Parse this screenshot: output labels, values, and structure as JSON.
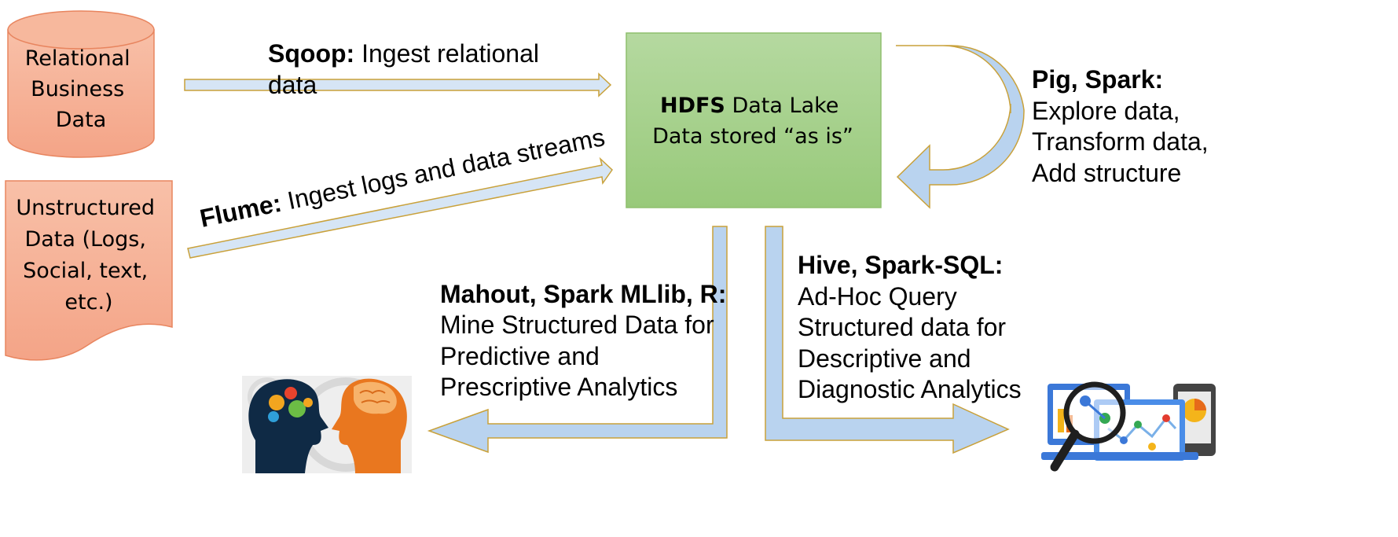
{
  "colors": {
    "orange_fill": "#f6b09a",
    "orange_stroke": "#e8855f",
    "green_fill": "#a7d08c",
    "green_stroke": "#8fbf6e",
    "arrow_fill": "#b9d3ef",
    "arrow_stroke": "#c9a13a",
    "text": "#000000"
  },
  "sources": {
    "relational": {
      "lines": [
        "Relational",
        "Business",
        "Data"
      ]
    },
    "unstructured": {
      "lines": [
        "Unstructured",
        "Data (Logs,",
        "Social, text,",
        "etc.)"
      ]
    }
  },
  "hub": {
    "line1_bold": "HDFS",
    "line1_rest": " Data Lake",
    "line2": "Data stored “as is”"
  },
  "flows": {
    "sqoop": {
      "bold": "Sqoop:",
      "rest": " Ingest relational",
      "line2": "data"
    },
    "flume": {
      "bold": "Flume:",
      "rest": " Ingest logs and data streams"
    },
    "pig": {
      "bold": "Pig, Spark:",
      "lines": [
        "Explore data,",
        "Transform data,",
        "Add structure"
      ]
    },
    "mahout": {
      "bold": "Mahout, Spark MLlib, R:",
      "lines": [
        "Mine Structured Data for",
        "Predictive and",
        "Prescriptive Analytics"
      ]
    },
    "hive": {
      "bold": "Hive, Spark-SQL:",
      "lines": [
        "Ad-Hoc Query",
        "Structured data for",
        "Descriptive and",
        "Diagnostic Analytics"
      ]
    }
  },
  "images": {
    "left": "heads-with-gears-icon",
    "right": "magnifier-analytics-dashboard-icon"
  }
}
